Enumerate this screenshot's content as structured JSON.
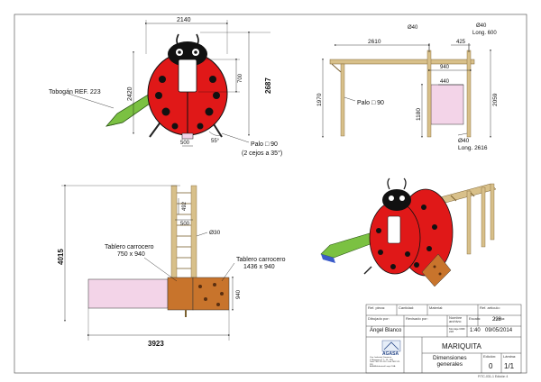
{
  "front_view": {
    "width": "2140",
    "height_total": "2687",
    "height_body": "2420",
    "window_height": "700",
    "base_width": "500",
    "angle": "55°",
    "label_slide": "Tobogán REF. 223",
    "label_post": "Palo □ 90",
    "label_post_note": "(2 cejos a 35°)"
  },
  "side_view": {
    "bar_diameter_a": "Ø40",
    "bar_diameter_b": "Ø40",
    "bar_length_b": "Long. 600",
    "width_2610": "2610",
    "width_425": "425",
    "width_940": "940",
    "width_440": "440",
    "height_1970": "1970",
    "height_1180": "1180",
    "height_2059": "2059",
    "label_post": "Palo □ 90",
    "bar_diameter_c": "Ø40",
    "bar_length_c": "Long. 2616"
  },
  "top_view": {
    "height_4015": "4015",
    "width_3923": "3923",
    "dim_492": "492",
    "dim_500": "500",
    "dim_940": "940",
    "dim_30": "Ø30",
    "panel_a_label": "Tablero carrocero",
    "panel_a_size": "750 x 940",
    "panel_b_label": "Tablero carrocero",
    "panel_b_size": "1436 x 940"
  },
  "title_block": {
    "ref_pieza_label": "Ref. pieza:",
    "cantidad_label": "Cantidad:",
    "material_label": "Material:",
    "ref_articulo_label": "Ref. artículo:",
    "ref_articulo": "228",
    "dibujado_label": "Dibujado por:",
    "dibujado": "Ángel Blanco",
    "revisado_label": "Revisado por:",
    "nombre_label": "Nombre archivo:",
    "nombre": "Montaje RMF 228",
    "escala_label": "Escala:",
    "escala": "1:40",
    "fecha_label": "Fecha:",
    "fecha": "09/05/2014",
    "logo": "AGASA",
    "company": "Ctra. Industrial Comercio\nC/ Bayonne nº 7 - 16 - 8(2)\nTeléf.: 981 575 110 - Fax: 981 575 118\nAGASA Industrial Lonja OGA",
    "title": "MARIQUITA",
    "subtitle": "Dimensiones\ngenerales",
    "edicion_label": "Edición:",
    "edicion": "0",
    "lamina_label": "Lámina:",
    "lamina": "1/1",
    "footer": "FITC-031-1 Edición 4"
  },
  "colors": {
    "ladybug_red": "#e01818",
    "slide_green": "#7bc142",
    "wood": "#d8c08a",
    "panel_brown": "#c8742c",
    "pink": "#f3d4e8"
  }
}
